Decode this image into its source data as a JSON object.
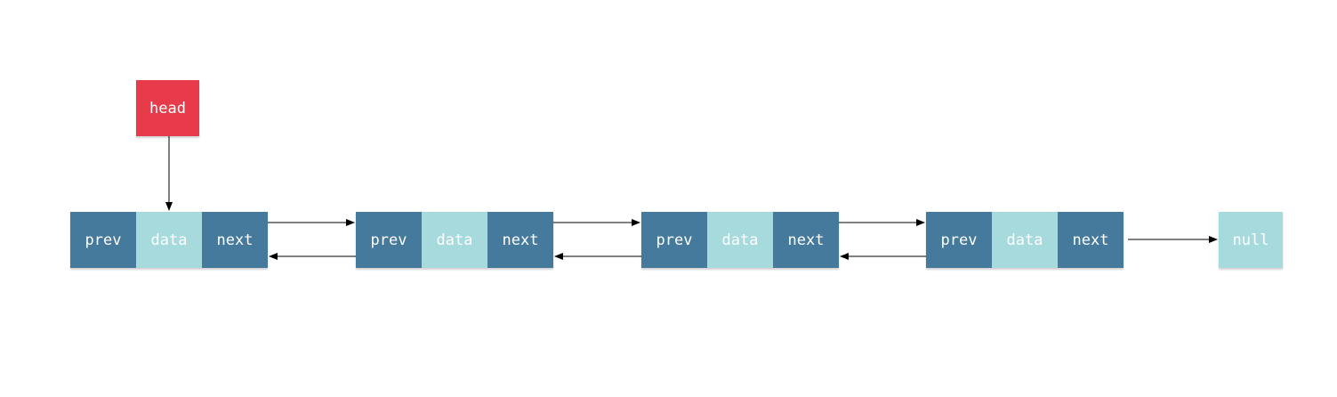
{
  "head": {
    "label": "head"
  },
  "nodes": [
    {
      "prev": "prev",
      "data": "data",
      "next": "next"
    },
    {
      "prev": "prev",
      "data": "data",
      "next": "next"
    },
    {
      "prev": "prev",
      "data": "data",
      "next": "next"
    },
    {
      "prev": "prev",
      "data": "data",
      "next": "next"
    }
  ],
  "null_node": {
    "label": "null"
  },
  "colors": {
    "head": "#e73a4a",
    "pointer_cell": "#457a9c",
    "data_cell": "#a6dadc",
    "arrow": "#000000"
  }
}
